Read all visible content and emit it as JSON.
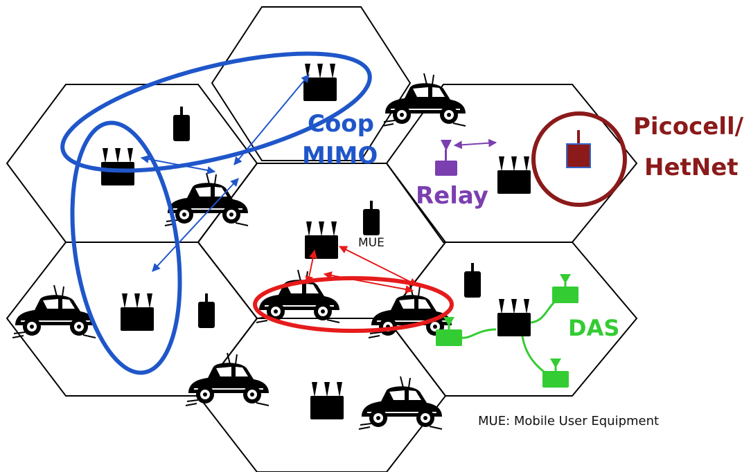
{
  "labels": {
    "coop": "Coop",
    "mimo": "MIMO",
    "relay": "Relay",
    "picocell": "Picocell/",
    "hetnet": "HetNet",
    "das": "DAS",
    "mue": "MUE",
    "footnote": "MUE: Mobile User Equipment"
  },
  "colors": {
    "coop_mimo": "#1f56c9",
    "relay": "#7b3fb0",
    "picocell": "#8b1a1a",
    "das": "#33cc33",
    "interference": "#e61b1b",
    "cell_border": "#000000"
  },
  "icons": {
    "base_station": "tri-antenna-tower",
    "mobile_device": "phone-with-antenna",
    "vehicle": "vintage-car",
    "relay_node": "relay-antenna-box",
    "pico_node": "picocell-box",
    "das_node": "distributed-antenna-box"
  }
}
